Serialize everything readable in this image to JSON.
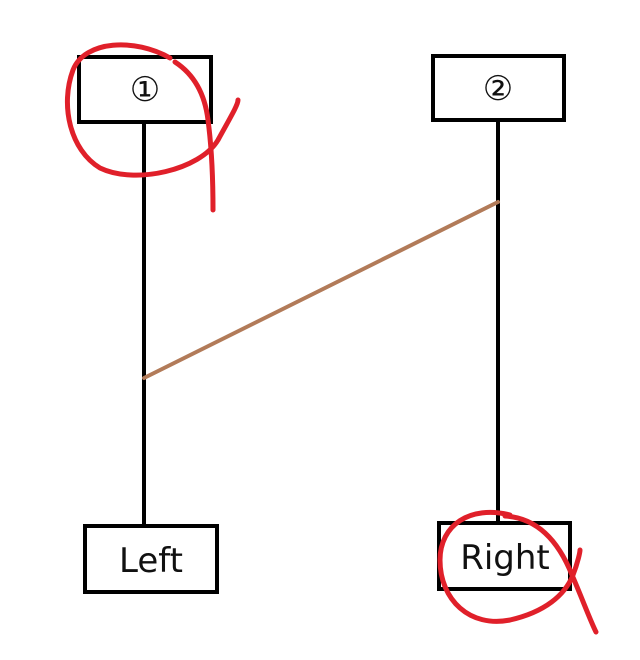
{
  "diagram": {
    "top_left_label": "①",
    "top_right_label": "②",
    "bottom_left_label": "Left",
    "bottom_right_label": "Right"
  },
  "colors": {
    "box_stroke": "#000000",
    "line": "#000000",
    "crossbar": "#b27b59",
    "annotation": "#e0202a",
    "background": "#ffffff"
  }
}
